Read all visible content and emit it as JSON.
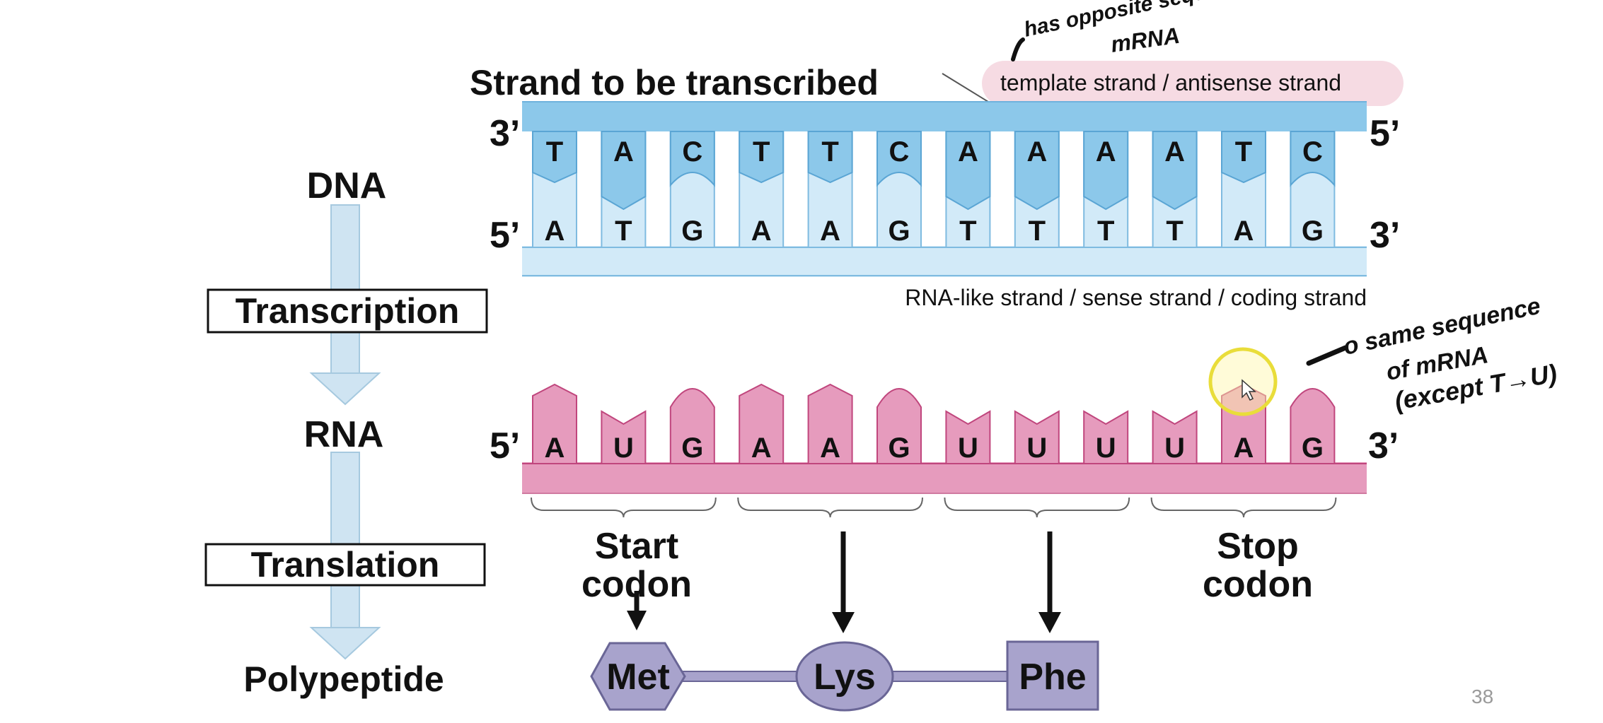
{
  "flow": {
    "dna": "DNA",
    "transcription": "Transcription",
    "rna": "RNA",
    "translation": "Translation",
    "polypeptide": "Polypeptide"
  },
  "dna": {
    "title": "Strand to be transcribed",
    "template_note": "template strand / antisense strand",
    "coding_note": "RNA-like strand / sense strand / coding strand",
    "template_left_end": "3’",
    "template_right_end": "5’",
    "coding_left_end": "5’",
    "coding_right_end": "3’",
    "template_bases": [
      "T",
      "A",
      "C",
      "T",
      "T",
      "C",
      "A",
      "A",
      "A",
      "A",
      "T",
      "C"
    ],
    "coding_bases": [
      "A",
      "T",
      "G",
      "A",
      "A",
      "G",
      "T",
      "T",
      "T",
      "T",
      "A",
      "G"
    ]
  },
  "rna": {
    "left_end": "5’",
    "right_end": "3’",
    "bases": [
      "A",
      "U",
      "G",
      "A",
      "A",
      "G",
      "U",
      "U",
      "U",
      "U",
      "A",
      "G"
    ]
  },
  "codons": {
    "start_line1": "Start",
    "start_line2": "codon",
    "stop_line1": "Stop",
    "stop_line2": "codon"
  },
  "amino_acids": [
    "Met",
    "Lys",
    "Phe"
  ],
  "handwriting": {
    "top": "has opposite sequence of mRNA",
    "right": "→ same sequence of mRNA (except T→U)"
  },
  "slide_number": "38",
  "colors": {
    "dna_blue": "#8cc8ea",
    "dna_light": "#d2eaf8",
    "dna_dark": "#5aa5d4",
    "rna_pink": "#e69bbd",
    "rna_light": "#f2c4d8",
    "rna_stroke": "#c0467d",
    "protein": "#a8a3cc",
    "highlight": "#f6dbe3",
    "arrow_blue": "#cfe4f2"
  }
}
